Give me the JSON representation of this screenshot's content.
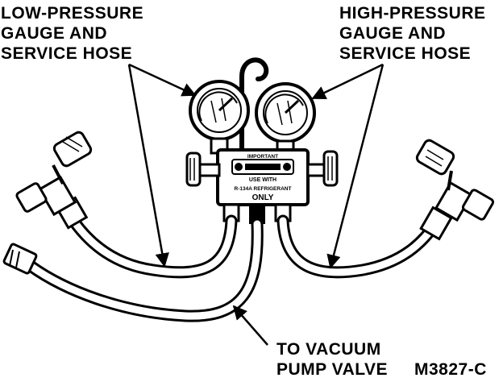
{
  "labels": {
    "low_pressure": [
      "LOW-PRESSURE",
      "GAUGE AND",
      "SERVICE HOSE"
    ],
    "high_pressure": [
      "HIGH-PRESSURE",
      "GAUGE AND",
      "SERVICE HOSE"
    ],
    "vacuum": [
      "TO VACUUM",
      "PUMP VALVE"
    ],
    "figure_id": "M3827-C"
  },
  "manifold_plate": {
    "line1": "IMPORTANT",
    "line2": "USE WITH",
    "line3": "R-134A REFRIGERANT",
    "line4": "ONLY"
  }
}
